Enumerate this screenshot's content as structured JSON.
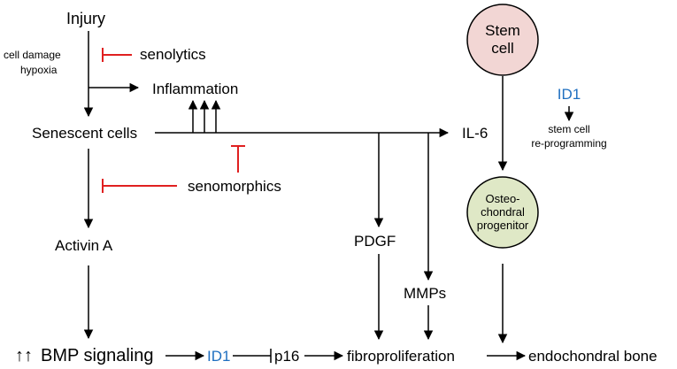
{
  "nodes": {
    "injury": "Injury",
    "cell_damage": "cell damage",
    "hypoxia": "hypoxia",
    "senolytics": "senolytics",
    "inflammation": "Inflammation",
    "senescent_cells": "Senescent cells",
    "il6": "IL-6",
    "senomorphics": "senomorphics",
    "activin_a": "Activin A",
    "pdgf": "PDGF",
    "mmps": "MMPs",
    "bmp_prefix": "↑↑",
    "bmp_signaling": "BMP signaling",
    "id1_bottom": "ID1",
    "p16": "p16",
    "fibroproliferation": "fibroproliferation",
    "endochondral_bone": "endochondral bone",
    "stem_cell_line1": "Stem",
    "stem_cell_line2": "cell",
    "id1_top": "ID1",
    "reprogramming_line1": "stem cell",
    "reprogramming_line2": "re-programming",
    "progenitor_line1": "Osteo-",
    "progenitor_line2": "chondral",
    "progenitor_line3": "progenitor"
  },
  "colors": {
    "inhibitor_red": "#e02020",
    "id1_blue": "#1f6fc0",
    "stem_cell_fill": "#f2d6d4",
    "progenitor_fill": "#dfe8c6"
  }
}
